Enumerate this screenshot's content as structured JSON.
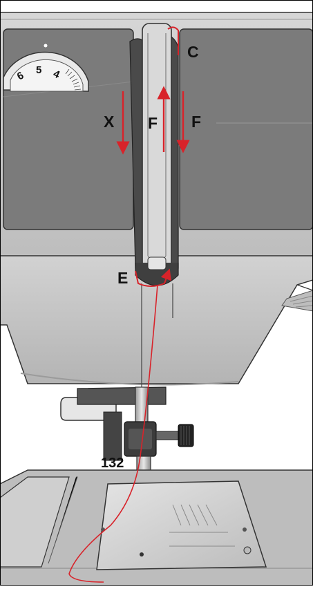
{
  "labels": {
    "c": "C",
    "x": "X",
    "f_left": "F",
    "f_right": "F",
    "e": "E",
    "ref_number": "132"
  },
  "dial": {
    "numbers": [
      "6",
      "5",
      "4"
    ]
  },
  "colors": {
    "thread": "#d8232a",
    "body_grey": "#c9c9c9",
    "panel_grey": "#7d7d7d",
    "outline": "#222222",
    "label": "#111111"
  },
  "icons": {
    "thread_arrows": "red-arrow-icon",
    "tension_dial": "dial-icon"
  }
}
